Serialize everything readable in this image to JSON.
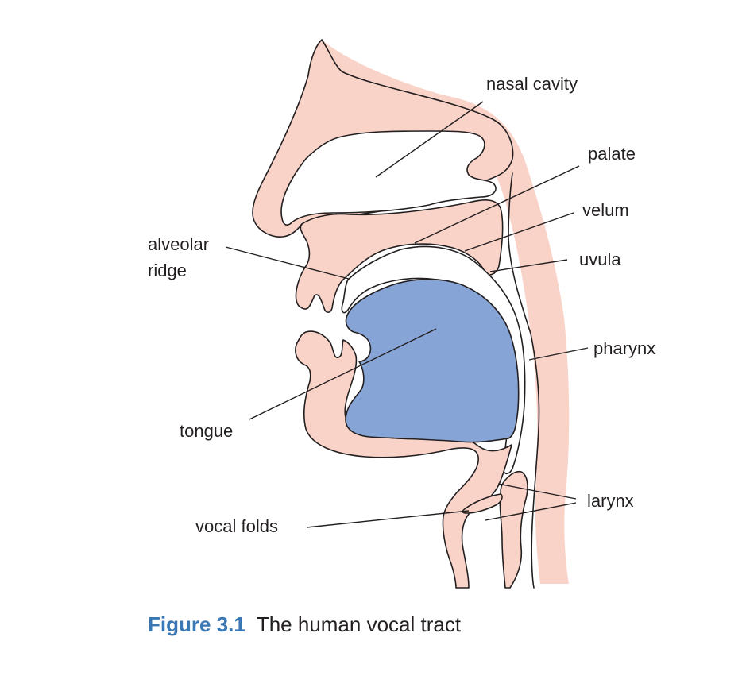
{
  "labels": {
    "nasal_cavity": "nasal cavity",
    "palate": "palate",
    "velum": "velum",
    "uvula": "uvula",
    "alveolar_ridge_line1": "alveolar",
    "alveolar_ridge_line2": "ridge",
    "pharynx": "pharynx",
    "tongue": "tongue",
    "larynx": "larynx",
    "vocal_folds": "vocal folds"
  },
  "caption": {
    "figure_number": "Figure 3.1",
    "text": "The human vocal tract"
  },
  "colors": {
    "tissue": "#f9d3c8",
    "tongue": "#87a4d6",
    "caption_number": "#3a78b5",
    "ink": "#231f20"
  }
}
